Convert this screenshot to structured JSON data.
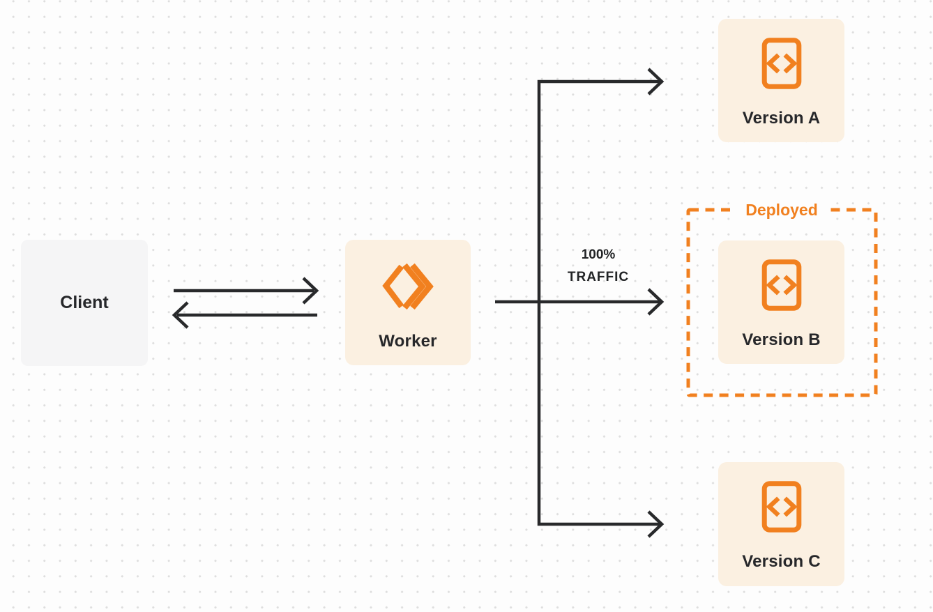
{
  "diagram": {
    "title": "worker-traffic-routing-diagram",
    "colors": {
      "accent_orange": "#F1801F",
      "node_cream_bg": "#FBF0E1",
      "client_gray_bg": "#F5F5F6",
      "line_dark": "#28292B",
      "text_dark": "#26272A",
      "page_bg": "#FDFDFD",
      "dot_grid": "#DEDEDE"
    },
    "nodes": {
      "client": {
        "label": "Client",
        "icon": null
      },
      "worker": {
        "label": "Worker",
        "icon": "workers-chevron-icon"
      },
      "version_a": {
        "label": "Version A",
        "icon": "code-file-icon"
      },
      "version_b": {
        "label": "Version B",
        "icon": "code-file-icon"
      },
      "version_c": {
        "label": "Version C",
        "icon": "code-file-icon"
      }
    },
    "annotations": {
      "deployed_label": "Deployed",
      "traffic_percent": "100%",
      "traffic_word": "TRAFFIC"
    },
    "edges": [
      {
        "from": "client",
        "to": "worker",
        "style": "arrow-right"
      },
      {
        "from": "worker",
        "to": "client",
        "style": "arrow-left"
      },
      {
        "from": "worker",
        "to": "version_a",
        "style": "arrow"
      },
      {
        "from": "worker",
        "to": "version_b",
        "style": "arrow",
        "label": "100% TRAFFIC"
      },
      {
        "from": "worker",
        "to": "version_c",
        "style": "arrow"
      }
    ]
  }
}
